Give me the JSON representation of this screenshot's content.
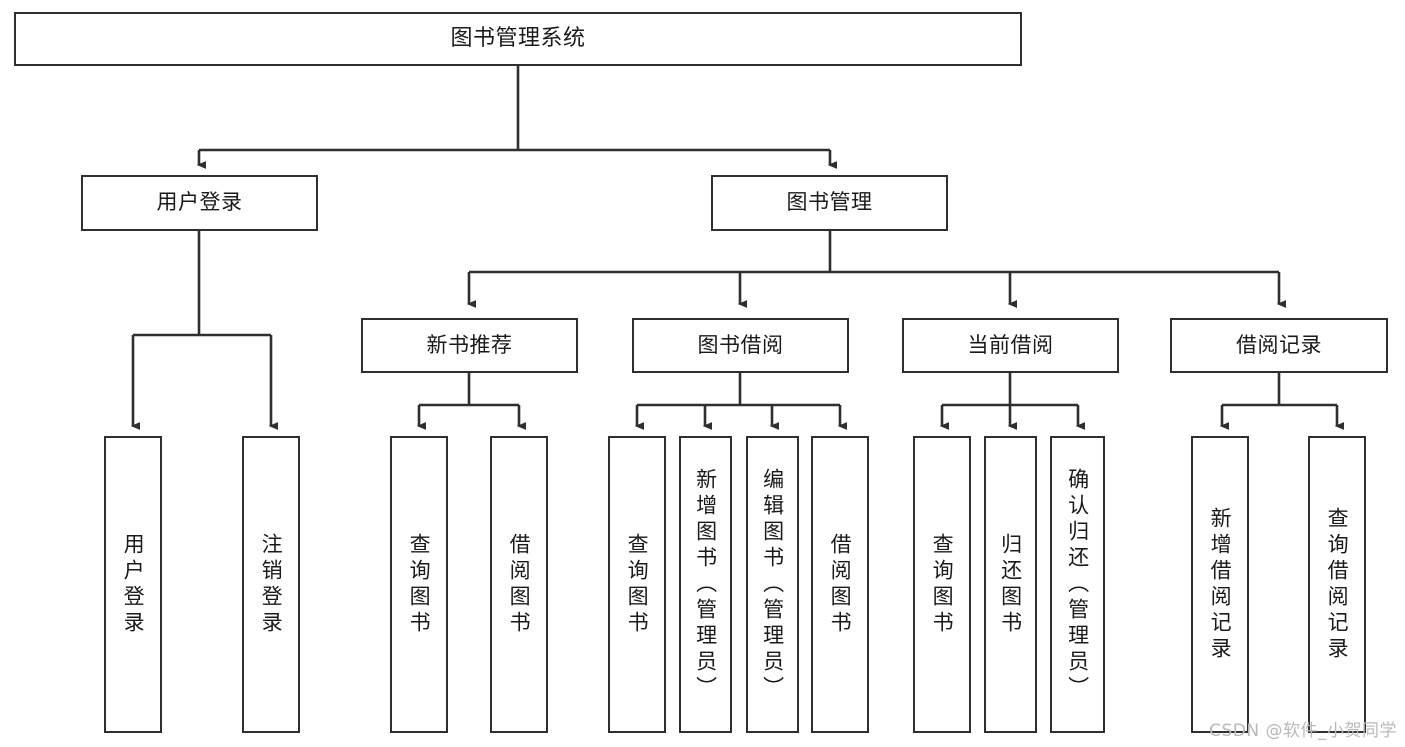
{
  "diagram": {
    "title": "图书管理系统",
    "type": "tree",
    "stroke_color": "#2f2f2f",
    "background_color": "#ffffff",
    "text_color": "#1a1a1a",
    "root": {
      "id": "root",
      "label": "图书管理系统"
    },
    "level2": [
      {
        "id": "user-login",
        "label": "用户登录"
      },
      {
        "id": "book-management",
        "label": "图书管理"
      }
    ],
    "level3": [
      {
        "id": "new-book-recommend",
        "label": "新书推荐"
      },
      {
        "id": "book-borrow",
        "label": "图书借阅"
      },
      {
        "id": "current-borrow",
        "label": "当前借阅"
      },
      {
        "id": "borrow-record",
        "label": "借阅记录"
      }
    ],
    "leaves": {
      "user_login": [
        {
          "id": "leaf-user-login",
          "label": "用户登录"
        },
        {
          "id": "leaf-logout-login",
          "label": "注销登录"
        }
      ],
      "new_book_recommend": [
        {
          "id": "leaf-query-book-1",
          "label": "查询图书"
        },
        {
          "id": "leaf-borrow-book-1",
          "label": "借阅图书"
        }
      ],
      "book_borrow": [
        {
          "id": "leaf-query-book-2",
          "label": "查询图书"
        },
        {
          "id": "leaf-add-book",
          "label": "新增图书（管理员）"
        },
        {
          "id": "leaf-edit-book",
          "label": "编辑图书（管理员）"
        },
        {
          "id": "leaf-borrow-book-2",
          "label": "借阅图书"
        }
      ],
      "current_borrow": [
        {
          "id": "leaf-query-book-3",
          "label": "查询图书"
        },
        {
          "id": "leaf-return-book",
          "label": "归还图书"
        },
        {
          "id": "leaf-confirm-return",
          "label": "确认归还（管理员）"
        }
      ],
      "borrow_record": [
        {
          "id": "leaf-add-record",
          "label": "新增借阅记录"
        },
        {
          "id": "leaf-query-record",
          "label": "查询借阅记录"
        }
      ]
    }
  },
  "watermark": {
    "text": "CSDN @软件_小贺同学"
  }
}
